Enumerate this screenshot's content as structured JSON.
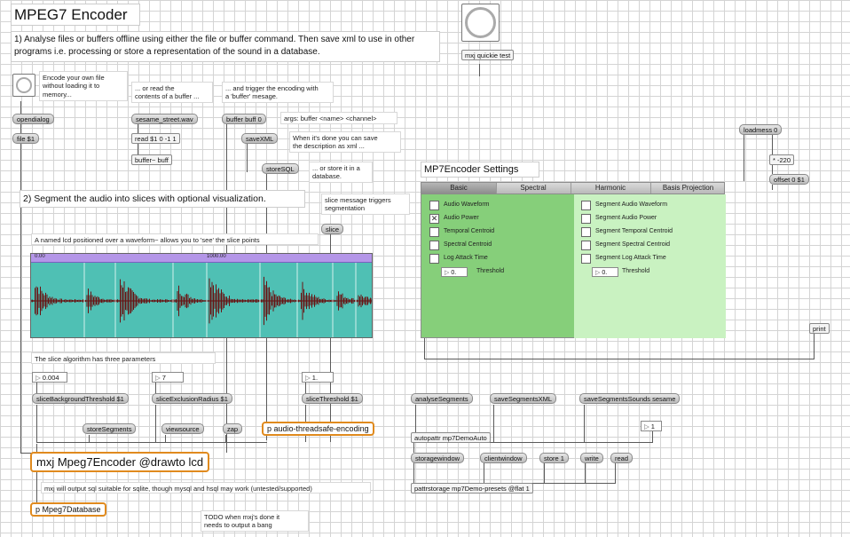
{
  "title": "MPEG7 Encoder",
  "intro": "1) Analyse files or buffers offline using either the file or buffer command. Then save xml to use in other programs i.e. processing or store a representation of the sound in a database.",
  "quickie": {
    "label": "mxj quickie test"
  },
  "comments": {
    "encode_own": "Encode your own file\nwithout loading it to\nmemory...",
    "read_buffer": "... or read the\ncontents of a buffer ...",
    "trigger": "... and trigger the encoding with\na 'buffer' mesage.",
    "args": "args: buffer <name> <channel>",
    "when_done": "When it's done you can save\nthe description as xml ...",
    "store_db": "... or store it in a\ndatabase.",
    "section2": "2) Segment the audio into slices with optional visualization.",
    "slice_msg": "slice message triggers\nsegmentation",
    "lcd_note": "A named lcd positioned over a waveform~ allows you to 'see' the slice points",
    "slice_algo": "The slice algorithm has three parameters",
    "sql_note": "mxj will output sql suitable for sqlite, though mysql and hsql may work (untested/supported)",
    "todo": "TODO when mxj's done it\nneeds to output a bang"
  },
  "messages": {
    "opendialog": "opendialog",
    "file": "file $1",
    "sesame": "sesame_street.wav",
    "buffer0": "buffer buff 0",
    "savexml": "saveXML",
    "storesql": "storeSQL",
    "loadmess": "loadmess 0",
    "offset": "offset 0 $1",
    "slice": "slice",
    "slicebg": "sliceBackgroundThreshold $1",
    "sliceex": "sliceExclusionRadius $1",
    "slicethr": "sliceThreshold $1",
    "analyse": "analyseSegments",
    "savesegxml": "saveSegmentsXML",
    "savesegsounds": "saveSegmentsSounds sesame",
    "storesegs": "storeSegments",
    "viewsource": "viewsource",
    "zap": "zap",
    "storagewindow": "storagewindow",
    "clientwindow": "clientwindow",
    "store1": "store 1",
    "write": "write",
    "read": "read",
    "print": "print"
  },
  "objects": {
    "read": "read $1 0 -1 1",
    "bufferobj": "buffer~ buff",
    "mul": "* -220",
    "audio_ts": "p audio-threadsafe-encoding",
    "autopattr": "autopattr mp7DemoAuto",
    "pattrstorage": "pattrstorage mp7Demo-presets @flat 1",
    "main": "mxj Mpeg7Encoder @drawto lcd",
    "db": "p Mpeg7Database"
  },
  "numbers": {
    "n1": "0.004",
    "n2": "7",
    "n3": "1.",
    "n4": "1"
  },
  "waveform": {
    "tick0": "0.00",
    "tick1": "1000.00"
  },
  "settings": {
    "title": "MP7Encoder Settings",
    "tabs": [
      "Basic",
      "Spectral",
      "Harmonic",
      "Basis Projection"
    ],
    "left": {
      "items": [
        {
          "label": "Audio Waveform",
          "checked": false
        },
        {
          "label": "Audio Power",
          "checked": true
        },
        {
          "label": "Temporal Centroid",
          "checked": false
        },
        {
          "label": "Spectral Centroid",
          "checked": false
        },
        {
          "label": "Log Attack Time",
          "checked": false
        }
      ],
      "threshold_value": "0.",
      "threshold_label": "Threshold"
    },
    "right": {
      "items": [
        {
          "label": "Segment Audio Waveform",
          "checked": false
        },
        {
          "label": "Segment Audio Power",
          "checked": false
        },
        {
          "label": "Segment Temporal Centroid",
          "checked": false
        },
        {
          "label": "Segment Spectral Centroid",
          "checked": false
        },
        {
          "label": "Segment Log Attack Time",
          "checked": false
        }
      ],
      "threshold_value": "0.",
      "threshold_label": "Threshold"
    }
  },
  "colors": {
    "accent": "#e08a1e",
    "panel_green": "#86cf7a",
    "panel_light": "#c9f2c1",
    "wave_bg": "#4fc0b4",
    "wave_fg": "#7a1a1a",
    "ruler": "#b496e8"
  }
}
